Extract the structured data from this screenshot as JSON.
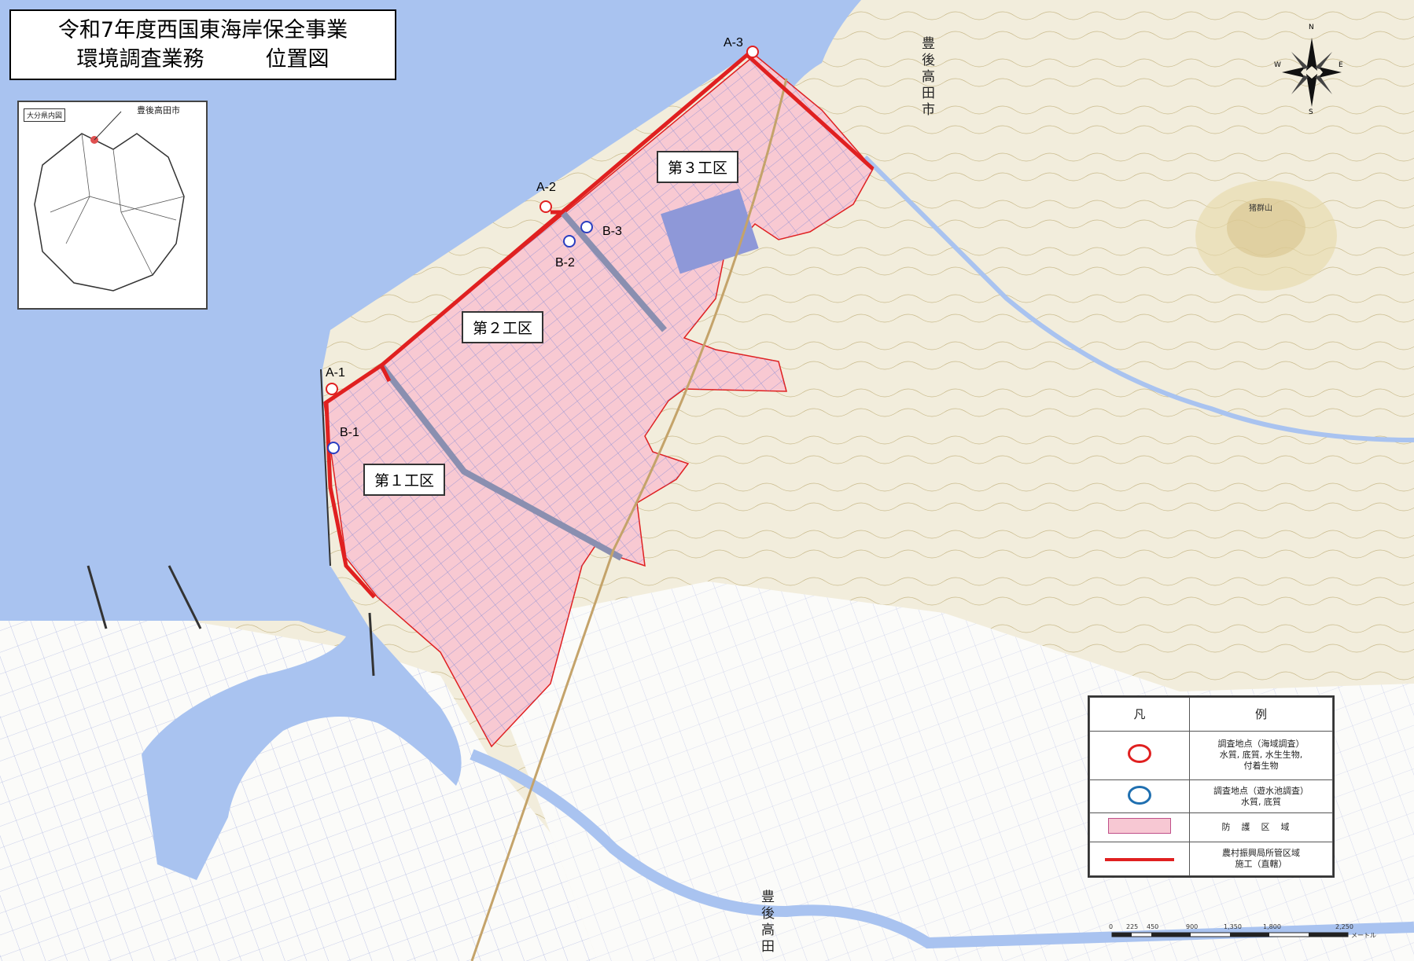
{
  "title": {
    "line1": "令和7年度西国東海岸保全事業",
    "line2a": "環境調査業務",
    "line2b": "位置図"
  },
  "inset": {
    "region_label": "大分県内図",
    "city_label": "豊後高田市"
  },
  "zones": {
    "zone1": "第１工区",
    "zone2": "第２工区",
    "zone3": "第３工区"
  },
  "points": {
    "a1": "A-1",
    "a2": "A-2",
    "a3": "A-3",
    "b1": "B-1",
    "b2": "B-2",
    "b3": "B-3"
  },
  "places": {
    "city_top": "豊後高田市",
    "city_bottom": "豊後高田",
    "mountain": "猪群山"
  },
  "compass": {
    "n": "N",
    "s": "S",
    "e": "E",
    "w": "W"
  },
  "legend": {
    "header_left": "凡",
    "header_right": "例",
    "row1_line1": "調査地点（海域調査）",
    "row1_line2": "水質, 底質, 水生生物,",
    "row1_line3": "付着生物",
    "row2_line1": "調査地点（遊水池調査）",
    "row2_line2": "水質, 底質",
    "row3": "防護区域",
    "row4_line1": "農村振興局所管区域",
    "row4_line2": "施工（直轄）"
  },
  "scale": {
    "ticks": [
      "0",
      "225",
      "450",
      "900",
      "1,350",
      "1,800",
      "2,250"
    ],
    "unit": "メートル"
  },
  "colors": {
    "sea": "#a9c3f0",
    "land": "#f2eddc",
    "flat_land": "#fbfbf9",
    "protection_fill": "#f8c9d2",
    "protection_edge": "#e02020",
    "river": "#a9c3f0",
    "survey_red": "#e02020",
    "survey_blue": "#2a3fc0"
  }
}
